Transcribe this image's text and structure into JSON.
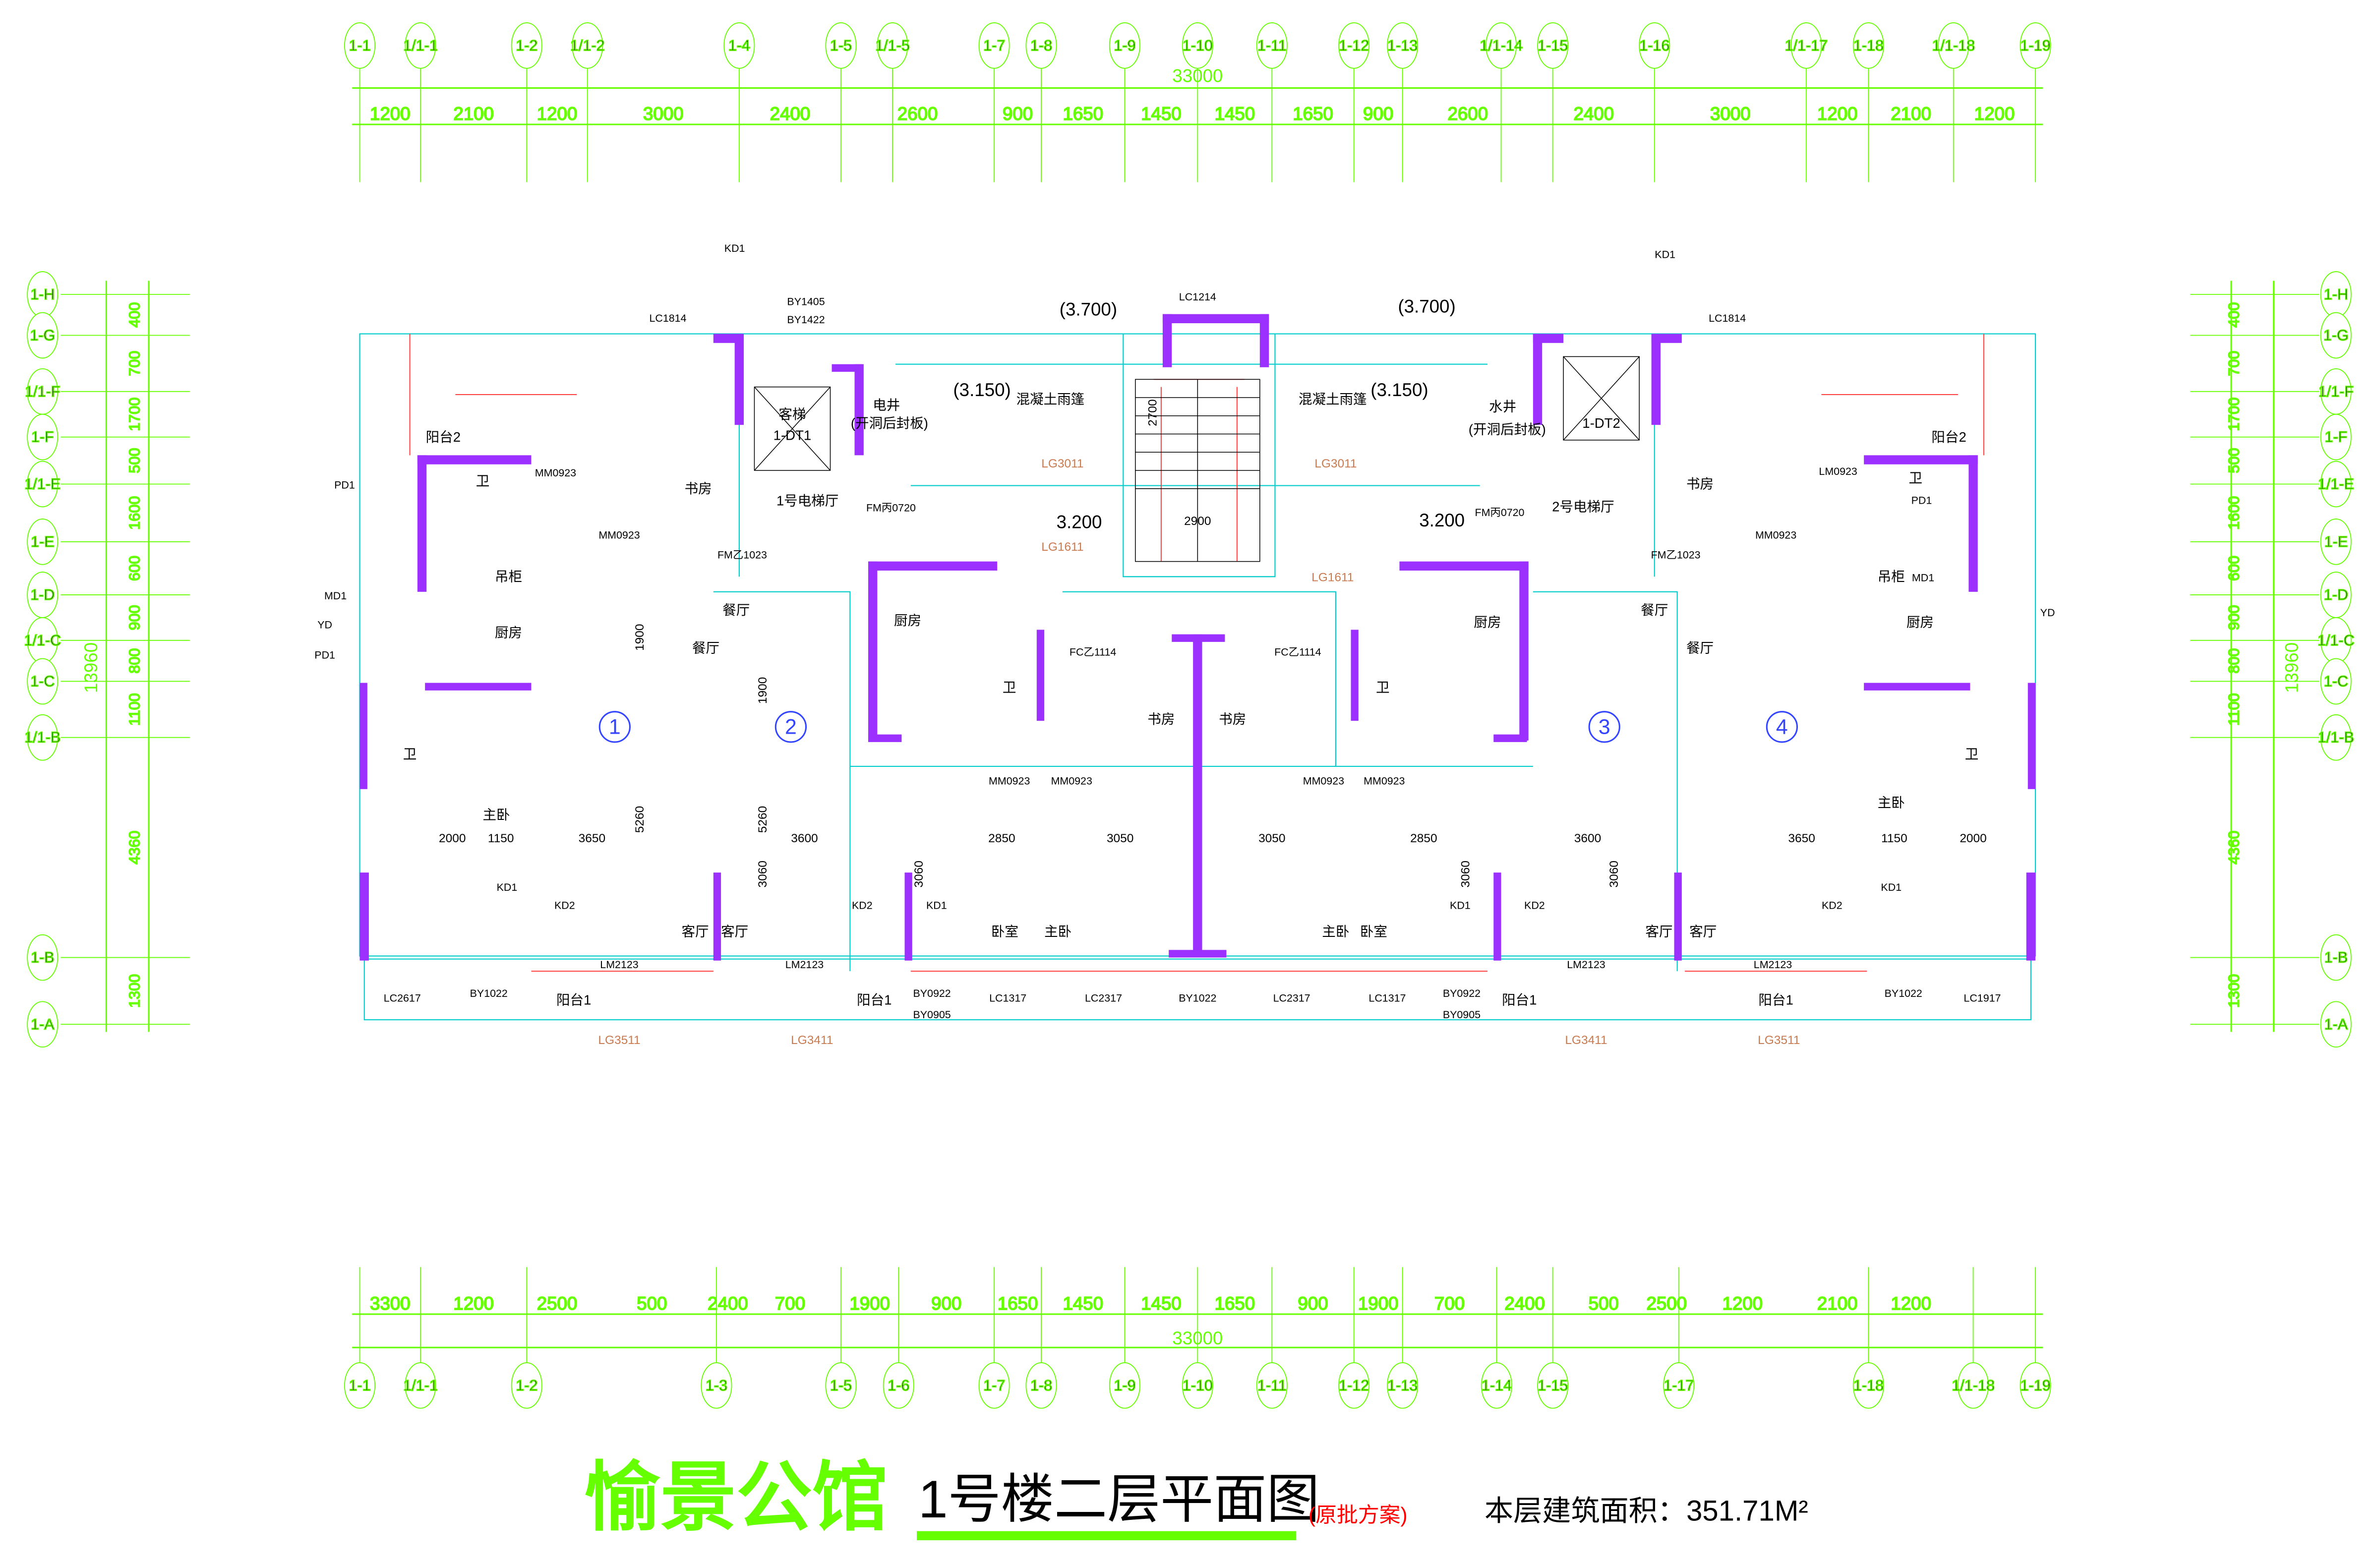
{
  "title": {
    "project": "愉景公馆",
    "drawing": "1号楼二层平面图",
    "note": "(原批方案)",
    "area": "本层建筑面积：351.71M²"
  },
  "colors": {
    "grid": "#66ff00",
    "wall": "#9b30ff",
    "title": "#66ff00",
    "note": "#ff0000",
    "bubble": "#66ff00"
  },
  "top_axes": [
    [
      "1-1",
      237
    ],
    [
      "1/1-1",
      277
    ],
    [
      "1-2",
      347
    ],
    [
      "1/1-2",
      387
    ],
    [
      "1-4",
      487
    ],
    [
      "1-5",
      554
    ],
    [
      "1/1-5",
      588
    ],
    [
      "1-7",
      655
    ],
    [
      "1-8",
      686
    ],
    [
      "1-9",
      741
    ],
    [
      "1-10",
      789
    ],
    [
      "1-11",
      838
    ],
    [
      "1-12",
      892
    ],
    [
      "1-13",
      924
    ],
    [
      "1/1-14",
      989
    ],
    [
      "1-15",
      1023
    ],
    [
      "1-16",
      1090
    ],
    [
      "1/1-17",
      1190
    ],
    [
      "1-18",
      1231
    ],
    [
      "1/1-18",
      1287
    ],
    [
      "1-19",
      1341
    ]
  ],
  "top_dims": [
    "1200",
    "2100",
    "1200",
    "3000",
    "2400",
    "2600",
    "900",
    "1650",
    "1450",
    "1450",
    "1650",
    "900",
    "2600",
    "2400",
    "3000",
    "1200",
    "2100",
    "1200"
  ],
  "top_total": "33000",
  "bottom_axes": [
    [
      "1-1",
      237
    ],
    [
      "1/1-1",
      277
    ],
    [
      "1-2",
      347
    ],
    [
      "1-3",
      472
    ],
    [
      "1-5",
      554
    ],
    [
      "1-6",
      592
    ],
    [
      "1-7",
      655
    ],
    [
      "1-8",
      686
    ],
    [
      "1-9",
      741
    ],
    [
      "1-10",
      789
    ],
    [
      "1-11",
      838
    ],
    [
      "1-12",
      892
    ],
    [
      "1-13",
      924
    ],
    [
      "1-14",
      986
    ],
    [
      "1-15",
      1023
    ],
    [
      "1-17",
      1106
    ],
    [
      "1-18",
      1231
    ],
    [
      "1/1-18",
      1300
    ],
    [
      "1-19",
      1341
    ]
  ],
  "bottom_dims": [
    "3300",
    "1200",
    "2500",
    "500",
    "2400",
    "700",
    "1900",
    "900",
    "1650",
    "1450",
    "1450",
    "1650",
    "900",
    "1900",
    "700",
    "2400",
    "500",
    "2500",
    "1200",
    "2100",
    "1200"
  ],
  "bottom_total": "33000",
  "side_axes": [
    [
      "1-H",
      194
    ],
    [
      "1-G",
      221
    ],
    [
      "1/1-F",
      258
    ],
    [
      "1-F",
      288
    ],
    [
      "1/1-E",
      319
    ],
    [
      "1-E",
      357
    ],
    [
      "1-D",
      392
    ],
    [
      "1/1-C",
      422
    ],
    [
      "1-C",
      449
    ],
    [
      "1/1-B",
      486
    ],
    [
      "1-B",
      631
    ],
    [
      "1-A",
      675
    ]
  ],
  "side_dims": [
    "400",
    "700",
    "1700",
    "500",
    "1600",
    "600",
    "900",
    "800",
    "1100",
    "4360",
    "1300"
  ],
  "side_total": "13960",
  "units": [
    "1",
    "2",
    "3",
    "4"
  ],
  "rooms": [
    [
      "餐厅",
      485,
      405
    ],
    [
      "餐厅",
      465,
      430
    ],
    [
      "主卧",
      327,
      540
    ],
    [
      "书房",
      460,
      325
    ],
    [
      "厨房",
      335,
      420
    ],
    [
      "卫",
      318,
      320
    ],
    [
      "卫",
      270,
      500
    ],
    [
      "阳台2",
      292,
      291
    ],
    [
      "吊柜",
      335,
      383
    ],
    [
      "客厅",
      458,
      617
    ],
    [
      "客厅",
      484,
      617
    ],
    [
      "阳台1",
      378,
      662
    ],
    [
      "阳台1",
      576,
      662
    ],
    [
      "卧室",
      662,
      617
    ],
    [
      "主卧",
      697,
      617
    ],
    [
      "书房",
      765,
      477
    ],
    [
      "书房",
      812,
      477
    ],
    [
      "卧室",
      905,
      617
    ],
    [
      "主卧",
      880,
      617
    ],
    [
      "厨房",
      598,
      412
    ],
    [
      "卫",
      665,
      456
    ],
    [
      "餐厅",
      1090,
      405
    ],
    [
      "餐厅",
      1120,
      430
    ],
    [
      "书房",
      1120,
      322
    ],
    [
      "厨房",
      980,
      413
    ],
    [
      "卫",
      911,
      456
    ],
    [
      "主卧",
      1246,
      532
    ],
    [
      "厨房",
      1265,
      413
    ],
    [
      "卫",
      1262,
      318
    ],
    [
      "卫",
      1299,
      500
    ],
    [
      "阳台2",
      1284,
      291
    ],
    [
      "吊柜",
      1246,
      383
    ],
    [
      "客厅",
      1093,
      617
    ],
    [
      "客厅",
      1122,
      617
    ],
    [
      "阳台1",
      1170,
      662
    ],
    [
      "阳台1",
      1001,
      662
    ],
    [
      "1号电梯厅",
      532,
      333
    ],
    [
      "2号电梯厅",
      1043,
      337
    ],
    [
      "混凝土雨篷",
      692,
      266
    ],
    [
      "混凝土雨篷",
      878,
      266
    ],
    [
      "客梯",
      522,
      276
    ],
    [
      "1-DT1",
      522,
      290
    ],
    [
      "1-DT2",
      1055,
      282
    ],
    [
      "电井",
      584,
      270
    ],
    [
      "(开洞后封板)",
      586,
      282
    ],
    [
      "水井",
      990,
      271
    ],
    [
      "(开洞后封板)",
      993,
      286
    ]
  ],
  "elevations": [
    "(3.700)",
    "(3.700)",
    "(3.150)",
    "(3.150)",
    "3.200",
    "3.200"
  ],
  "lintels": [
    [
      "LG3011",
      700,
      308
    ],
    [
      "LG3011",
      880,
      308
    ],
    [
      "LG1611",
      700,
      363
    ],
    [
      "LG1611",
      878,
      383
    ],
    [
      "LG3511",
      408,
      688
    ],
    [
      "LG3411",
      535,
      688
    ],
    [
      "LG3411",
      1045,
      688
    ],
    [
      "LG3511",
      1172,
      688
    ]
  ],
  "tags": [
    [
      "LC1214",
      789,
      198
    ],
    [
      "KD1",
      484,
      166
    ],
    [
      "KD1",
      1097,
      170
    ],
    [
      "LC1814",
      440,
      212
    ],
    [
      "LC1814",
      1138,
      212
    ],
    [
      "BY1405",
      531,
      201
    ],
    [
      "BY1422",
      531,
      213
    ],
    [
      "MM0923",
      366,
      314
    ],
    [
      "MM0923",
      408,
      355
    ],
    [
      "MM0923",
      1170,
      355
    ],
    [
      "LM0923",
      1211,
      313
    ],
    [
      "FM乙1023",
      489,
      368
    ],
    [
      "FM乙1023",
      1104,
      368
    ],
    [
      "FM丙0720",
      587,
      337
    ],
    [
      "FM丙0720",
      988,
      340
    ],
    [
      "FC乙1114",
      720,
      432
    ],
    [
      "FC乙1114",
      855,
      432
    ],
    [
      "MM0923",
      665,
      517
    ],
    [
      "MM0923",
      706,
      517
    ],
    [
      "MM0923",
      872,
      517
    ],
    [
      "MM0923",
      912,
      517
    ],
    [
      "LM2123",
      408,
      638
    ],
    [
      "LM2123",
      530,
      638
    ],
    [
      "LM2123",
      1045,
      638
    ],
    [
      "LM2123",
      1168,
      638
    ],
    [
      "LC2617",
      265,
      660
    ],
    [
      "BY1022",
      322,
      657
    ],
    [
      "BY0922",
      614,
      657
    ],
    [
      "BY0905",
      614,
      671
    ],
    [
      "LC1317",
      664,
      660
    ],
    [
      "LC2317",
      727,
      660
    ],
    [
      "BY1022",
      789,
      660
    ],
    [
      "LC2317",
      851,
      660
    ],
    [
      "LC1317",
      914,
      660
    ],
    [
      "BY0922",
      963,
      657
    ],
    [
      "BY0905",
      963,
      671
    ],
    [
      "BY1022",
      1254,
      657
    ],
    [
      "LC1917",
      1306,
      660
    ],
    [
      "KD1",
      334,
      587
    ],
    [
      "KD2",
      372,
      599
    ],
    [
      "KD1",
      617,
      599
    ],
    [
      "KD2",
      568,
      599
    ],
    [
      "KD1",
      962,
      599
    ],
    [
      "KD2",
      1011,
      599
    ],
    [
      "KD1",
      1246,
      587
    ],
    [
      "KD2",
      1207,
      599
    ],
    [
      "PD1",
      227,
      322
    ],
    [
      "MD1",
      221,
      395
    ],
    [
      "YD",
      214,
      414
    ],
    [
      "PD1",
      214,
      434
    ],
    [
      "PD1",
      1266,
      332
    ],
    [
      "MD1",
      1267,
      383
    ],
    [
      "YD",
      1349,
      406
    ]
  ],
  "vsep": [
    "2700",
    "2900",
    "1900",
    "1900",
    "5260",
    "5260",
    "3650",
    "3600",
    "3600",
    "3650",
    "3060",
    "3060",
    "3060",
    "3060",
    "2850",
    "3050",
    "3050",
    "2850",
    "2000",
    "2000",
    "1150",
    "1150"
  ]
}
